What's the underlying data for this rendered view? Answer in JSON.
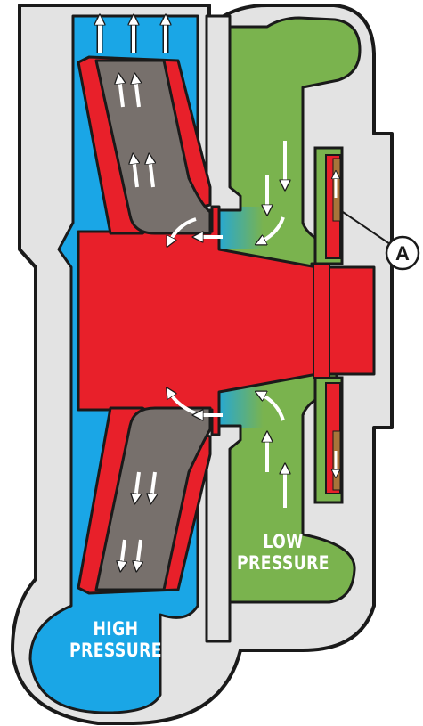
{
  "labels": {
    "high_pressure_line1": "HIGH",
    "high_pressure_line2": "PRESSURE",
    "low_pressure_line1": "LOW",
    "low_pressure_line2": "PRESSURE",
    "callout": "A"
  },
  "colors": {
    "casing_outline": "#1a1a1a",
    "casing_fill": "#e3e3e3",
    "high_pressure_fluid": "#1aa6e6",
    "low_pressure_fluid": "#7ab34e",
    "impeller": "#e8202a",
    "flow_channel": "#77706c",
    "seal_face": "#a8743a",
    "arrow": "#ffffff"
  }
}
